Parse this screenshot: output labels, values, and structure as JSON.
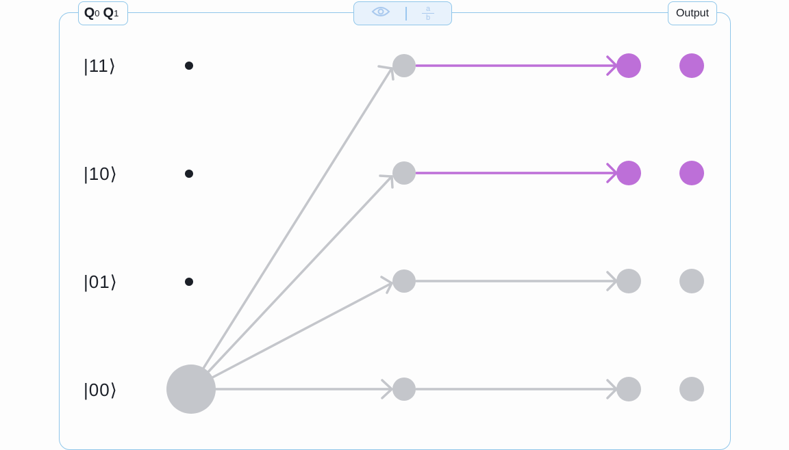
{
  "header": {
    "qubits_tag": {
      "q0": "Q",
      "q0_sub": "0",
      "q1": "Q",
      "q1_sub": "1"
    },
    "toolbar": {
      "view_icon": "eye-icon",
      "fraction_icon": "fraction-icon",
      "fraction_top": "a",
      "fraction_bottom": "b"
    },
    "output_tag": "Output"
  },
  "states": [
    {
      "label": "|11⟩",
      "output_active": true
    },
    {
      "label": "|10⟩",
      "output_active": true
    },
    {
      "label": "|01⟩",
      "output_active": false
    },
    {
      "label": "|00⟩",
      "output_active": false
    }
  ],
  "colors": {
    "frame": "#8fc6ea",
    "inactive": "#c4c6cb",
    "active": "#bd6fd8",
    "text": "#1b1f27",
    "toolbar_bg": "#e8f2fc"
  }
}
